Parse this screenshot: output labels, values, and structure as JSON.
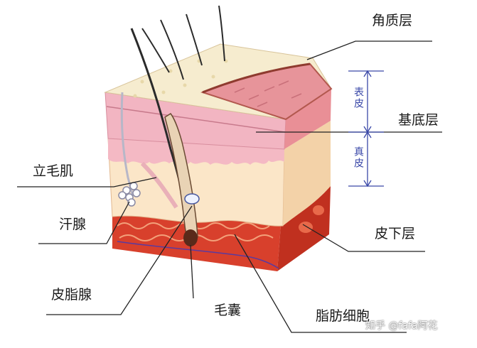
{
  "labels": {
    "stratum_corneum": "角质层",
    "basal_layer": "基底层",
    "arrector_pili": "立毛肌",
    "sweat_gland": "汗腺",
    "subcutaneous": "皮下层",
    "sebaceous_gland": "皮脂腺",
    "hair_follicle": "毛囊",
    "fat_cells": "脂肪细胞"
  },
  "layers": {
    "epidermis": "表皮",
    "dermis": "真皮"
  },
  "watermark": "知乎 @fafa阿花",
  "colors": {
    "epidermis_top": "#f6eccf",
    "epidermis_pink": "#f2b5c2",
    "dermis": "#fbe6c8",
    "fat": "#d8402c",
    "fat_light": "#f07a52",
    "bracket": "#3a48a8",
    "leader": "#222222"
  }
}
